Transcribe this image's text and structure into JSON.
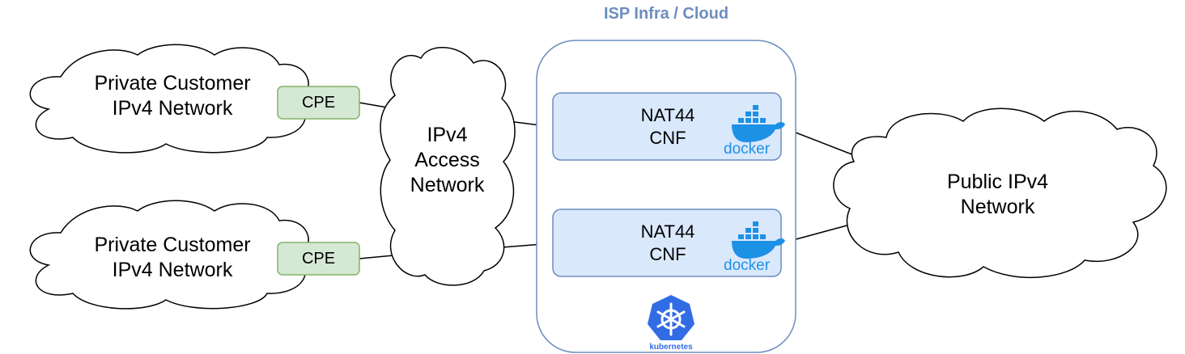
{
  "title": "ISP Infra / Cloud",
  "customers": [
    {
      "line1": "Private Customer",
      "line2": "IPv4 Network"
    },
    {
      "line1": "Private Customer",
      "line2": "IPv4 Network"
    }
  ],
  "cpe": [
    "CPE",
    "CPE"
  ],
  "access_network": {
    "line1": "IPv4",
    "line2": "Access",
    "line3": "Network"
  },
  "nat_nodes": [
    {
      "line1": "NAT44",
      "line2": "CNF",
      "logo_text": "docker"
    },
    {
      "line1": "NAT44",
      "line2": "CNF",
      "logo_text": "docker"
    }
  ],
  "public_network": {
    "line1": "Public IPv4",
    "line2": "Network"
  },
  "orchestrator_logo_text": "kubernetes",
  "colors": {
    "cpe_fill": "#d5e8d4",
    "cpe_stroke": "#82b366",
    "nat_fill": "#dae8fc",
    "nat_stroke": "#6c8ebf",
    "infra_stroke": "#6c8ebf",
    "docker_blue": "#1d91e6",
    "k8s_blue": "#326ce5"
  }
}
